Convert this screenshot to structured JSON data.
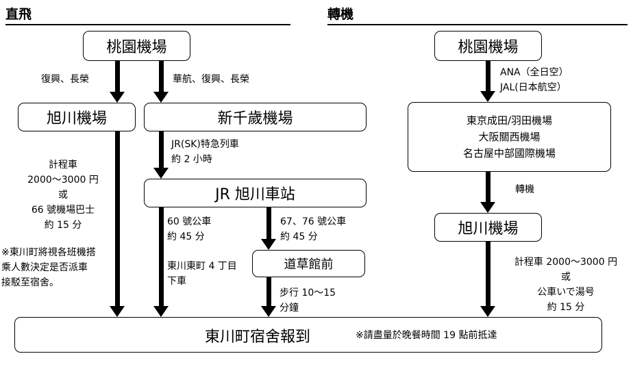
{
  "headers": {
    "direct": "直飛",
    "transfer": "轉機"
  },
  "boxes": {
    "taoyuan_left": "桃園機場",
    "asahikawa_left": "旭川機場",
    "new_chitose": "新千歲機場",
    "jr_asahikawa": "JR 旭川車站",
    "dosokan": "道草館前",
    "destination": "東川町宿舍報到",
    "taoyuan_right": "桃園機場",
    "japan_hubs": [
      "東京成田/羽田機場",
      "大阪關西機場",
      "名古屋中部國際機場"
    ],
    "asahikawa_right": "旭川機場"
  },
  "labels": {
    "airlines_direct_1": "復興、長榮",
    "airlines_direct_2": "華航、復興、長榮",
    "jr_express": [
      "JR(SK)特急列車",
      "約 2 小時"
    ],
    "taxi_left": [
      "計程車",
      "2000～3000 円",
      "或",
      "66 號機場巴士",
      "約 15 分"
    ],
    "note_left": [
      "※東川町將視各班機搭",
      "乘人數決定是否派車",
      "接駁至宿舍。"
    ],
    "bus60": [
      "60 號公車",
      "約 45 分"
    ],
    "higashikawa_stop": [
      "東川東町 4 丁目",
      "下車"
    ],
    "bus67": [
      "67、76 號公車",
      "約 45 分"
    ],
    "walk": [
      "步行 10～15",
      "分鐘"
    ],
    "airlines_transfer": [
      "ANA（全日空）",
      "JAL(日本航空）"
    ],
    "transfer_word": "轉機",
    "taxi_right": [
      "計程車 2000～3000 円",
      "或",
      "公車いで湯号",
      "約 15 分"
    ],
    "arrival_note": "※請盡量於晚餐時間 19 點前抵達"
  }
}
